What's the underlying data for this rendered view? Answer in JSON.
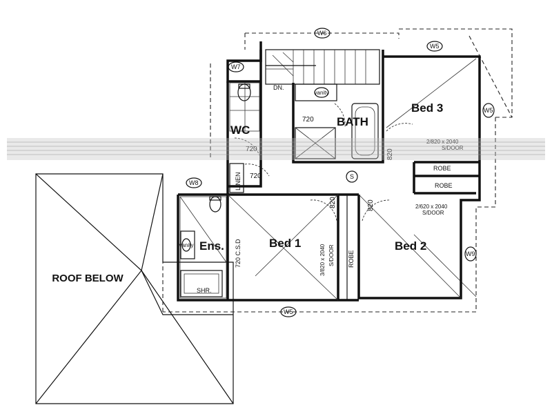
{
  "rooms": {
    "bed3": "Bed 3",
    "bath": "BATH",
    "wc": "WC",
    "bed1": "Bed 1",
    "bed2": "Bed 2",
    "ens": "Ens.",
    "roof_below": "ROOF BELOW",
    "linen": "LINEN",
    "robe_top": "ROBE",
    "robe_mid": "ROBE",
    "robe_bed1": "ROBE",
    "shr": "SHR.",
    "dn": "DN."
  },
  "windows": {
    "w6": "W6",
    "w5_top": "W5",
    "w5_right": "W5",
    "w7": "W7",
    "w8": "W8",
    "w9": "W9",
    "w5_bottom": "W5"
  },
  "dimensions": {
    "bath_door": "720",
    "wc_door": "720",
    "linen_door": "720",
    "bed1_door": "820",
    "bed2_door": "820",
    "ens_door": "720 C.S.D",
    "bed3_door": "820",
    "sdoor_bed3_size": "2/820 x 2040",
    "sdoor_bed3_type": "S/DOOR",
    "sdoor_bed2_size": "2/620 x 2040",
    "sdoor_bed2_type": "S/DOOR",
    "sdoor_bed1_size": "3/820 x 2040",
    "sdoor_bed1_type": "S/DOOR",
    "smoke": "S",
    "vanity": "vanity",
    "ens_vanity": "vanity"
  }
}
